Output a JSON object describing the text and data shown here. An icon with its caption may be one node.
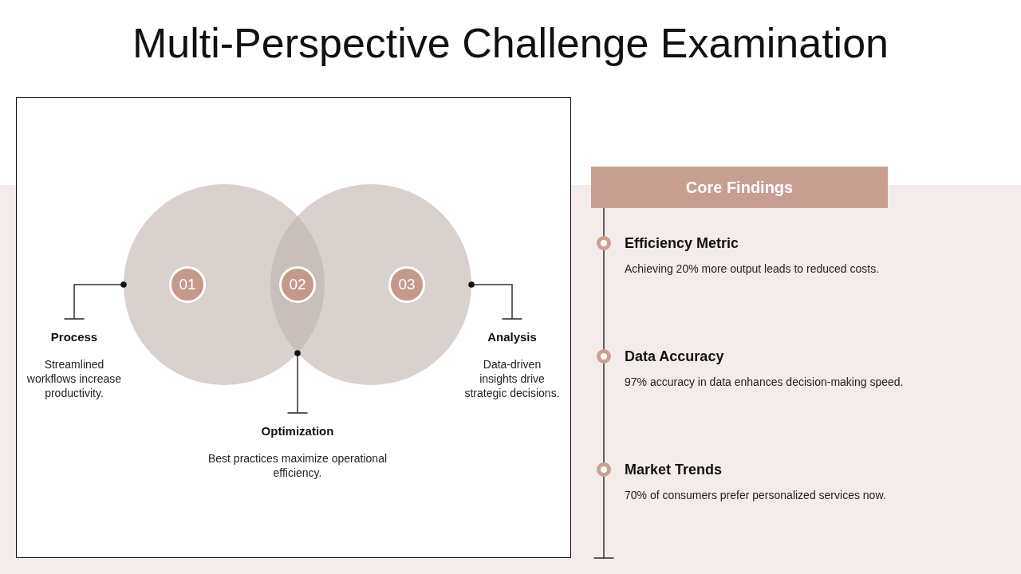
{
  "diagram": {
    "title": "Multi-Perspective Challenge Examination",
    "nodes": [
      {
        "text": [],
        "shape": "box"
      },
      {
        "text": [],
        "shape": "circle",
        "in": 0
      },
      {
        "text": [],
        "shape": "circle",
        "in": 0
      },
      {
        "text": [
          "01"
        ],
        "in": 1
      },
      {
        "text": [
          "02"
        ]
      },
      {
        "text": [
          "03"
        ],
        "in": 2
      },
      {
        "text": [
          "Process",
          "Streamlined workflows increase productivity."
        ],
        "in": 0
      },
      {
        "text": [
          "Optimization",
          "Best practices maximize operational efficiency."
        ],
        "in": 0
      },
      {
        "text": [
          "Analysis",
          "Data-driven insights drive strategic decisions."
        ],
        "in": 0
      },
      {
        "text": [
          "Core Findings"
        ]
      }
    ],
    "edges": [
      {
        "from": 6,
        "to": 1,
        "arrow": "other"
      },
      {
        "from": 7,
        "to": 1,
        "arrow": "other"
      },
      {
        "from": 8,
        "to": 2,
        "arrow": "other"
      },
      {
        "from": 9,
        "to": null,
        "arrow": "other"
      }
    ],
    "labels": [
      "Efficiency Metric",
      "Achieving 20% more output leads to reduced costs.",
      "Data Accuracy",
      "97% accuracy in data enhances decision-making speed.",
      "Market Trends",
      "70% of consumers prefer personalized services now."
    ]
  }
}
